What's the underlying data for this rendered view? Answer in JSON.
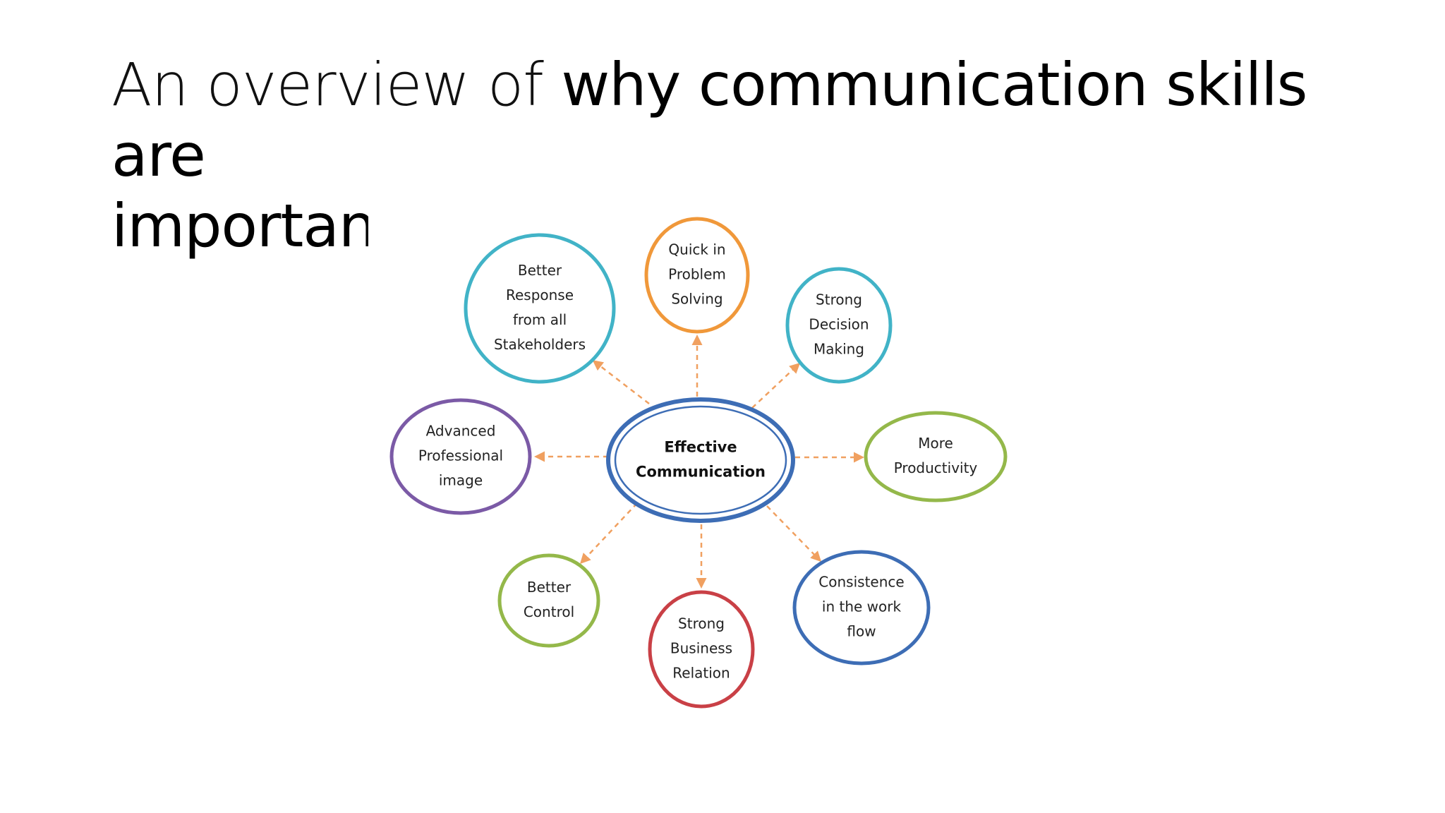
{
  "slide": {
    "title_light": "An overview of ",
    "title_bold_line1": "why communication skills are",
    "title_bold_line2": "important"
  },
  "diagram": {
    "hub": {
      "lines": [
        "Effective",
        "Communication"
      ],
      "color": "#3d6db5"
    },
    "arrow_color": "#f0a060",
    "nodes": [
      {
        "id": "better-response",
        "lines": [
          "Better",
          "Response",
          "from all",
          "Stakeholders"
        ],
        "color": "#41b3c7"
      },
      {
        "id": "quick-problem-solving",
        "lines": [
          "Quick in",
          "Problem",
          "Solving"
        ],
        "color": "#f0983a"
      },
      {
        "id": "strong-decision-making",
        "lines": [
          "Strong",
          "Decision",
          "Making"
        ],
        "color": "#41b3c7"
      },
      {
        "id": "advanced-professional-image",
        "lines": [
          "Advanced",
          "Professional",
          "image"
        ],
        "color": "#7b5aa6"
      },
      {
        "id": "more-productivity",
        "lines": [
          "More",
          "Productivity"
        ],
        "color": "#94b84a"
      },
      {
        "id": "better-control",
        "lines": [
          "Better",
          "Control"
        ],
        "color": "#94b84a"
      },
      {
        "id": "strong-business-relation",
        "lines": [
          "Strong",
          "Business",
          "Relation"
        ],
        "color": "#c94046"
      },
      {
        "id": "consistence-work-flow",
        "lines": [
          "Consistence",
          "in the work",
          "flow"
        ],
        "color": "#3d6db5"
      }
    ]
  }
}
